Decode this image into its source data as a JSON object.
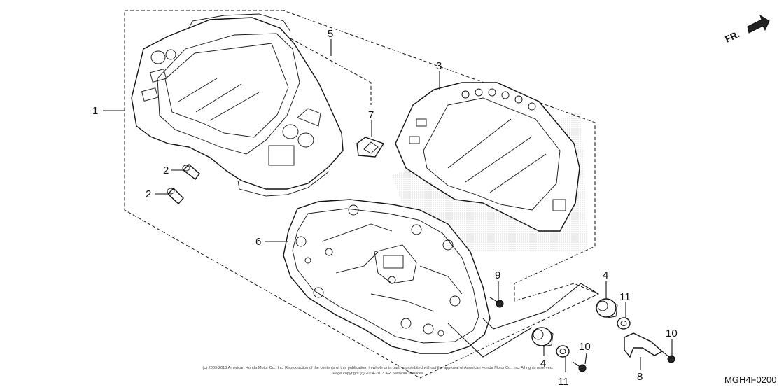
{
  "callouts": {
    "c1": "1",
    "c2a": "2",
    "c2b": "2",
    "c3": "3",
    "c4a": "4",
    "c4b": "4",
    "c5": "5",
    "c6": "6",
    "c7": "7",
    "c8": "8",
    "c9": "9",
    "c10a": "10",
    "c10b": "10",
    "c11a": "11",
    "c11b": "11"
  },
  "direction_label": "FR.",
  "diagram_code": "MGH4F0200",
  "copyright_line1": "(c) 2009-2013 American Honda Motor Co., Inc. Reproduction of the contents of this publication, in whole or in part, is prohibited without the approval of American Honda Motor Co., Inc. All rights reserved.",
  "copyright_line2": "Page copyright (c) 2004-2013 ARI Network Services"
}
